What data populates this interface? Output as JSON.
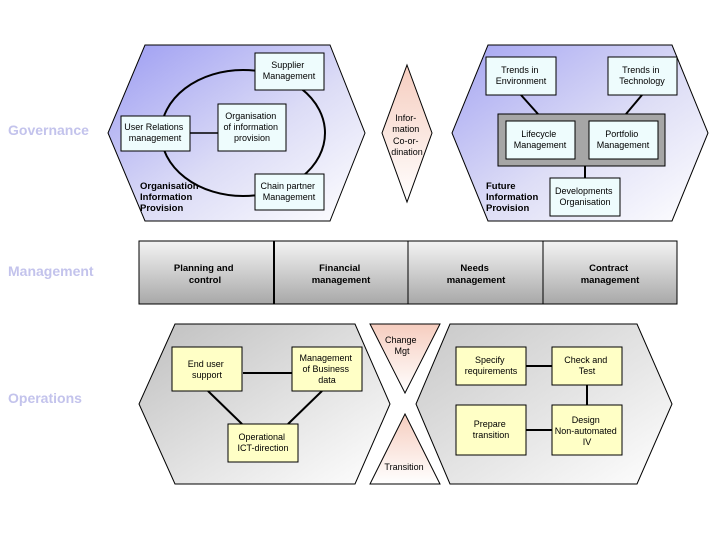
{
  "labels": {
    "governance": "Governance",
    "management": "Management",
    "operations": "Operations"
  },
  "governance": {
    "left": {
      "supplier": [
        "Supplier",
        "Management"
      ],
      "user_relations": [
        "User Relations",
        "management"
      ],
      "organisation": [
        "Organisation",
        "of information",
        "provision"
      ],
      "chain_partner": [
        "Chain partner",
        "Management"
      ],
      "caption": [
        "Organisation",
        "Information",
        "Provision"
      ]
    },
    "middle": [
      "Infor-",
      "mation",
      "Co-or-",
      "dination"
    ],
    "right": {
      "trends_env": [
        "Trends in",
        "Environment"
      ],
      "trends_tech": [
        "Trends in",
        "Technology"
      ],
      "lifecycle": [
        "Lifecycle",
        "Management"
      ],
      "portfolio": [
        "Portfolio",
        "Management"
      ],
      "developments": [
        "Developments",
        "Organisation"
      ],
      "caption": [
        "Future",
        "Information",
        "Provision"
      ]
    }
  },
  "management": {
    "cells": [
      [
        "Planning and",
        "control"
      ],
      [
        "Financial",
        "management"
      ],
      [
        "Needs",
        "management"
      ],
      [
        "Contract",
        "management"
      ]
    ]
  },
  "operations": {
    "left": {
      "end_user": [
        "End user",
        "support"
      ],
      "business_data": [
        "Management",
        "of Business",
        "data"
      ],
      "operational": [
        "Operational",
        "ICT-direction"
      ]
    },
    "change": [
      "Change",
      "Mgt"
    ],
    "transition": [
      "Transition"
    ],
    "right": {
      "specify": [
        "Specify",
        "requirements"
      ],
      "check_test": [
        "Check and",
        "Test"
      ],
      "prepare": [
        "Prepare",
        "transition"
      ],
      "design": [
        "Design",
        "Non-automated",
        "IV"
      ]
    }
  },
  "colors": {
    "hex_blue": "#9c9cf2",
    "hex_grey": "#c8c8c8",
    "box_cyan": "#eefcfd",
    "box_yellow": "#ffffc6",
    "diamond_peach": "#f7d2c4",
    "label_color": "#c3c3ec"
  }
}
